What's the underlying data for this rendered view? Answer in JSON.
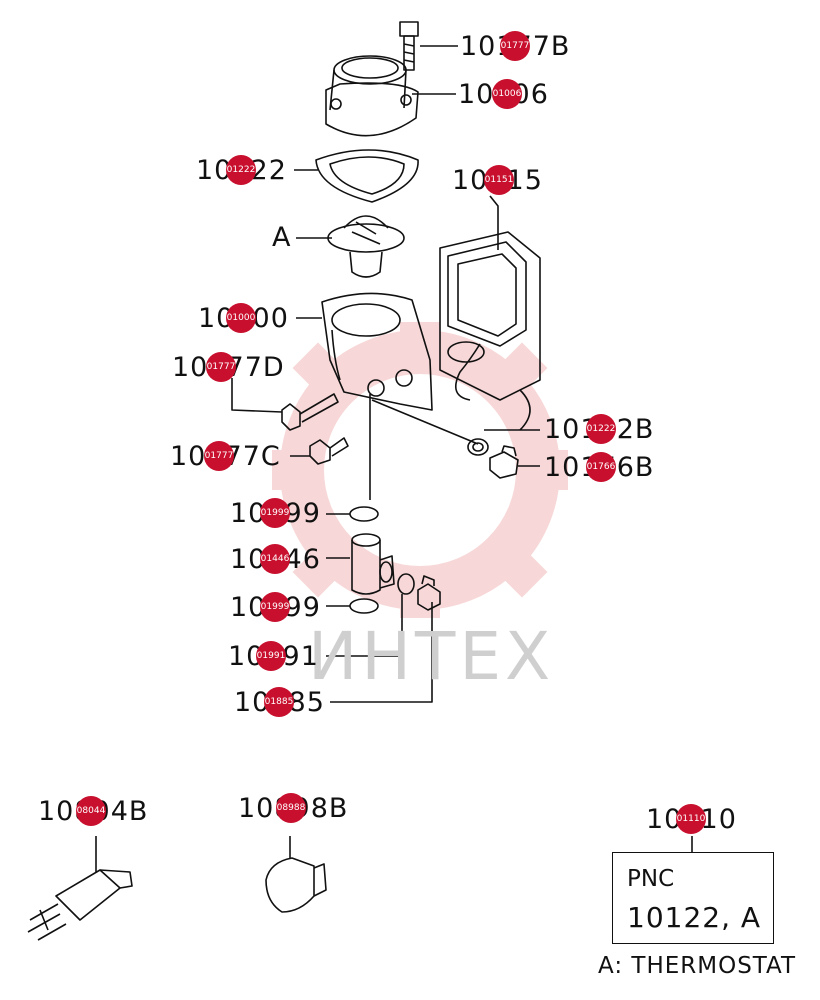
{
  "watermark": {
    "text": "ИНТЕХ"
  },
  "parts": [
    {
      "label": "10177B",
      "badge": "01777"
    },
    {
      "label": "10006",
      "badge": "01006"
    },
    {
      "label": "10122",
      "badge": "01222"
    },
    {
      "label": "10115",
      "badge": "01151"
    },
    {
      "label": "A",
      "badge": ""
    },
    {
      "label": "10000",
      "badge": "01000"
    },
    {
      "label": "10177D",
      "badge": "01777"
    },
    {
      "label": "10122B",
      "badge": "01222"
    },
    {
      "label": "10177C",
      "badge": "01777"
    },
    {
      "label": "10176B",
      "badge": "01766"
    },
    {
      "label": "10199",
      "badge": "01999"
    },
    {
      "label": "10146",
      "badge": "01446"
    },
    {
      "label": "10199",
      "badge": "01999"
    },
    {
      "label": "10191",
      "badge": "01991"
    },
    {
      "label": "10185",
      "badge": "01885"
    },
    {
      "label": "10804B",
      "badge": "08044"
    },
    {
      "label": "10898B",
      "badge": "08988"
    },
    {
      "label": "10110",
      "badge": "01110"
    }
  ],
  "pnc": {
    "heading": "PNC",
    "value": "10122, A"
  },
  "legend": "A: THERMOSTAT",
  "colors": {
    "badge": "#c8102e",
    "watermark_gear": "#f2c4c4",
    "line": "#111111"
  }
}
